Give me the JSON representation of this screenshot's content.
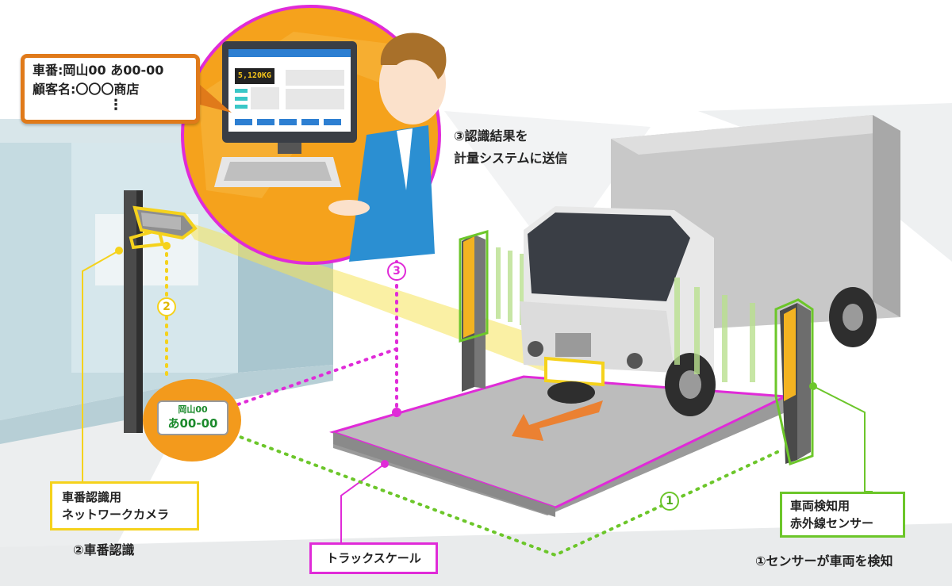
{
  "info_box": {
    "line1": "車番:岡山00 あ00-00",
    "line2": "顧客名:〇〇〇商店",
    "line3": "⋮"
  },
  "monitor": {
    "weight_display": "5,120KG"
  },
  "step3_caption": {
    "line1": "③認識結果を",
    "line2": "計量システムに送信"
  },
  "plate": {
    "region": "岡山00",
    "number": "あ00-00"
  },
  "markers": {
    "one": "1",
    "two": "2",
    "three": "3"
  },
  "camera_label": {
    "line1": "車番認識用",
    "line2": "ネットワークカメラ"
  },
  "step2_caption": "②車番認識",
  "scale_label": "トラックスケール",
  "sensor_label": {
    "line1": "車両検知用",
    "line2": "赤外線センサー"
  },
  "step1_caption": "①センサーが車両を検知",
  "colors": {
    "orange": "#f39a1c",
    "yellow": "#f5d21c",
    "magenta": "#e02bd8",
    "green": "#6cc62a"
  }
}
